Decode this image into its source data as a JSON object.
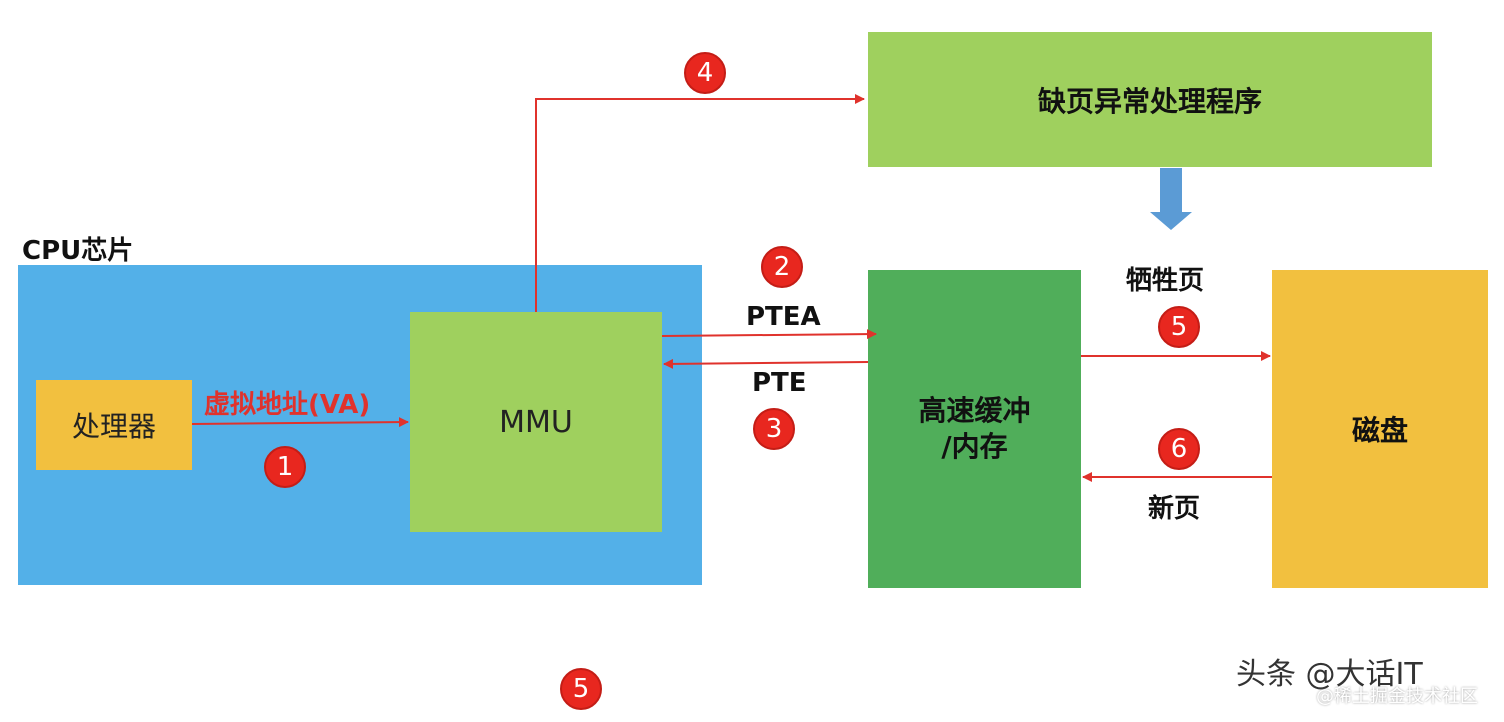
{
  "cpu_label": "CPU芯片",
  "processor": "处理器",
  "mmu": "MMU",
  "page_fault_handler": "缺页异常处理程序",
  "cache_memory_line1": "高速缓冲",
  "cache_memory_line2": "/内存",
  "disk": "磁盘",
  "labels": {
    "va": "虚拟地址(VA)",
    "ptea": "PTEA",
    "pte": "PTE",
    "victim_page": "牺牲页",
    "new_page": "新页"
  },
  "steps": {
    "s1": "1",
    "s2": "2",
    "s3": "3",
    "s4": "4",
    "s5_top": "5",
    "s6": "6",
    "s5_bottom": "5"
  },
  "watermark": {
    "line1": "头条 @大话IT",
    "line2": "@稀土掘金技术社区"
  },
  "colors": {
    "cpu_bg": "#53b0e8",
    "processor_bg": "#f2c03f",
    "mmu_bg": "#9fd05e",
    "handler_bg": "#9fd05e",
    "cache_bg": "#50ae5a",
    "disk_bg": "#f2c03f",
    "arrow_red": "#e0322c",
    "arrow_blue": "#5b9bd5",
    "badge_red": "#e8271f"
  }
}
